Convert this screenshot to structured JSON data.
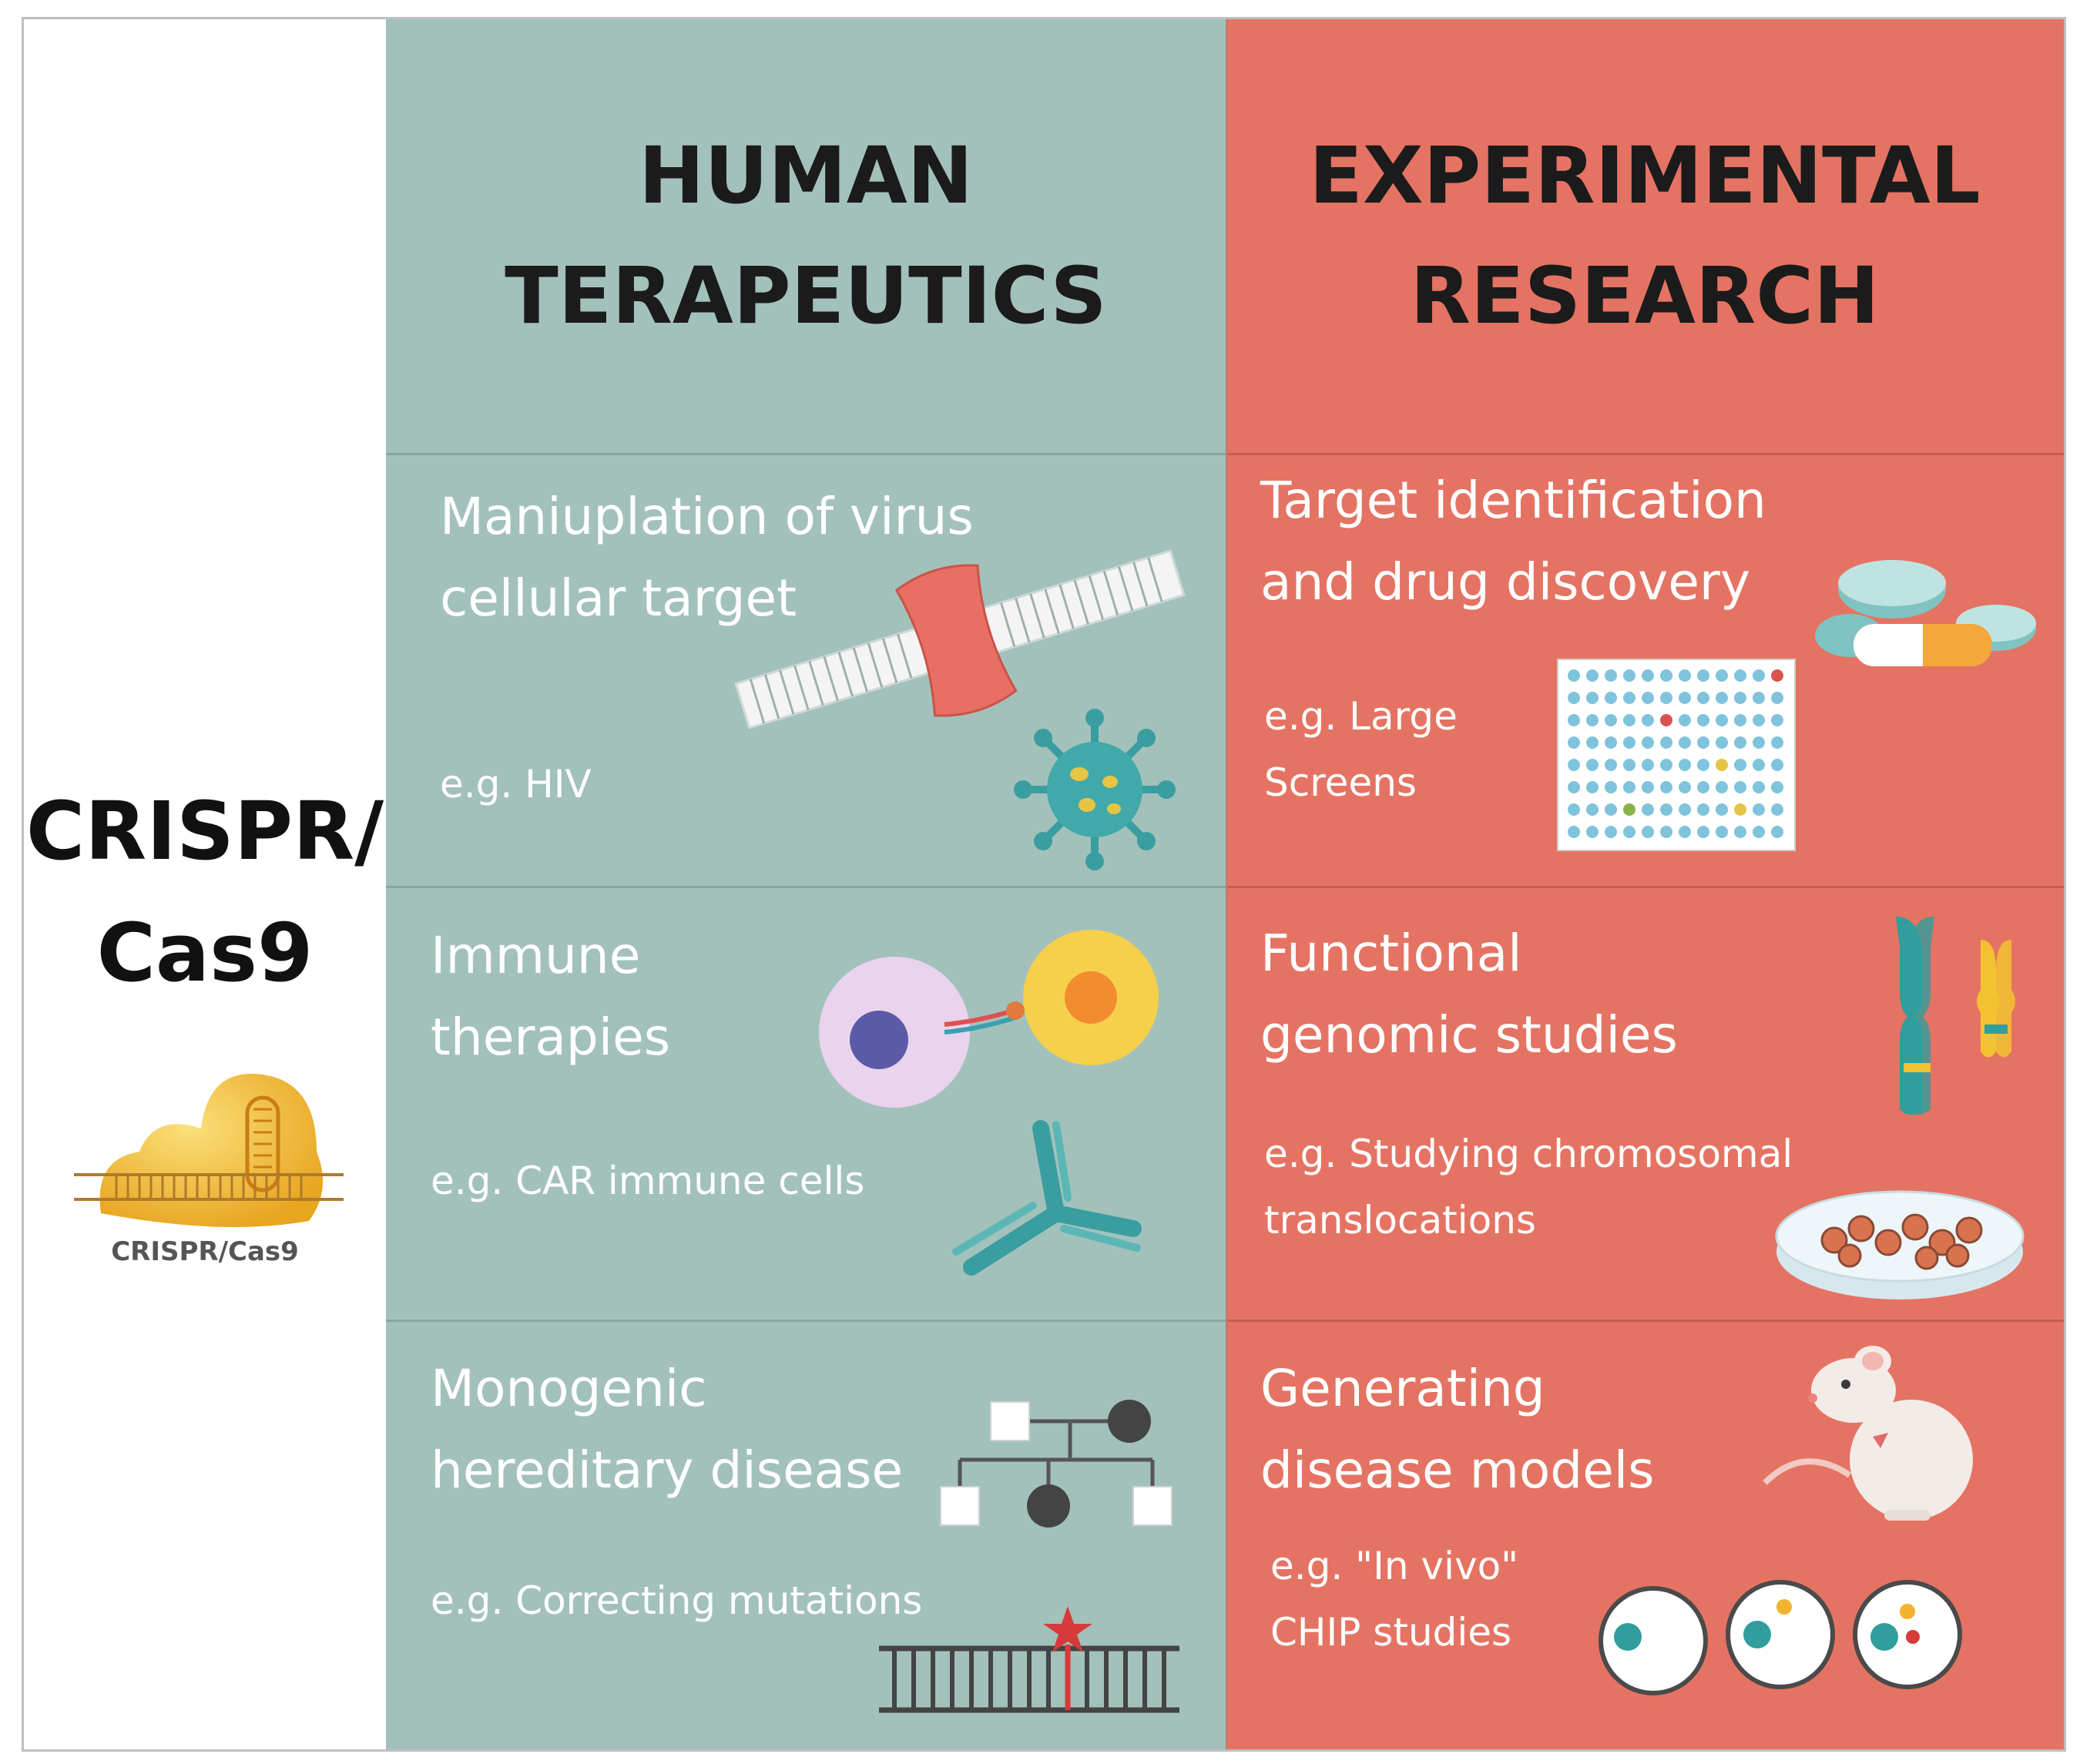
{
  "left": {
    "title_line1": "CRISPR/",
    "title_line2": "Cas9",
    "logo_caption": "CRISPR/Cas9"
  },
  "columns": [
    {
      "header_line1": "HUMAN",
      "header_line2": "TERAPEUTICS",
      "rows": [
        {
          "title_lines": [
            "Maniuplation of virus",
            "cellular target"
          ],
          "example_lines": [
            "e.g. HIV"
          ]
        },
        {
          "title_lines": [
            "Immune",
            "therapies"
          ],
          "example_lines": [
            "e.g. CAR immune cells"
          ]
        },
        {
          "title_lines": [
            "Monogenic",
            "hereditary disease"
          ],
          "example_lines": [
            "e.g. Correcting mutations"
          ]
        }
      ]
    },
    {
      "header_line1": "EXPERIMENTAL",
      "header_line2": "RESEARCH",
      "rows": [
        {
          "title_lines": [
            "Target identification",
            "and drug discovery"
          ],
          "example_lines": [
            "e.g. Large",
            "Screens"
          ]
        },
        {
          "title_lines": [
            "Functional",
            "genomic studies"
          ],
          "example_lines": [
            "e.g. Studying chromosomal",
            "translocations"
          ]
        },
        {
          "title_lines": [
            "Generating",
            "disease models"
          ],
          "example_lines": [
            "e.g. \"In vivo\"",
            "CHIP studies"
          ]
        }
      ]
    }
  ],
  "icons": {
    "r1c1": "membrane-receptor-icon",
    "r1c1b": "virus-icon",
    "r2c1": "immune-cells-icon",
    "r2c1b": "antibody-icon",
    "r3c1": "pedigree-icon",
    "r3c1b": "dna-mutation-icon",
    "r1c2": "pills-icon",
    "r1c2b": "well-plate-icon",
    "r2c2": "chromosomes-icon",
    "r2c2b": "petri-dish-icon",
    "r3c2": "mouse-icon",
    "r3c2b": "cell-circles-icon"
  },
  "colors": {
    "human_bg": "#a3c1bb",
    "research_bg": "#e57363"
  }
}
